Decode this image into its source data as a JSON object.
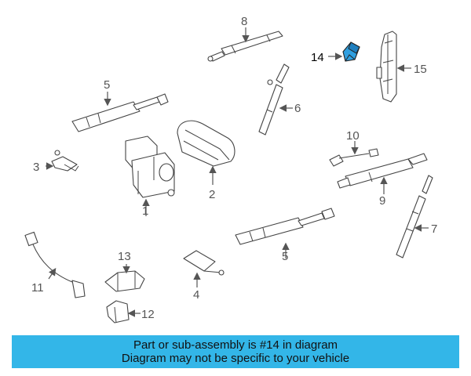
{
  "highlight_color": "#2f9fe0",
  "banner": {
    "line1": "Part or sub-assembly is #14 in diagram",
    "line2": "Diagram may not be specific to your vehicle",
    "color": "#33b6e8"
  },
  "callouts": {
    "c1": "1",
    "c2": "2",
    "c3": "3",
    "c4": "4",
    "c5a": "5",
    "c5b": "5",
    "c6": "6",
    "c7": "7",
    "c8": "8",
    "c9": "9",
    "c10": "10",
    "c11": "11",
    "c12": "12",
    "c13": "13",
    "c14": "14",
    "c15": "15"
  }
}
